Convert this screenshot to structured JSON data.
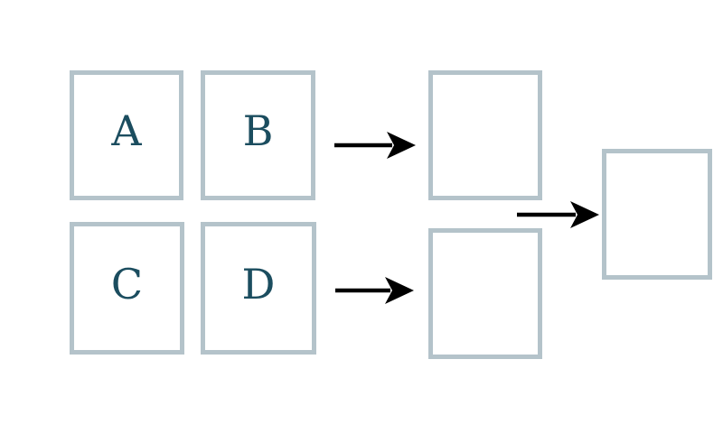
{
  "colors": {
    "background": "#ffffff",
    "box_border": "#b4c3ca",
    "box_fill": "#ffffff",
    "label_text": "#1b4d5f",
    "arrow": "#000000"
  },
  "diagram": {
    "source_boxes": [
      {
        "label": "A"
      },
      {
        "label": "B"
      },
      {
        "label": "C"
      },
      {
        "label": "D"
      }
    ],
    "intermediate_boxes": [
      {
        "label": ""
      },
      {
        "label": ""
      }
    ],
    "result_box": {
      "label": ""
    },
    "arrows": [
      {
        "from": "top-source-row",
        "to": "top-intermediate-box",
        "direction": "right"
      },
      {
        "from": "bottom-source-row",
        "to": "bottom-intermediate-box",
        "direction": "right"
      },
      {
        "from": "intermediate-boxes",
        "to": "result-box",
        "direction": "right"
      }
    ]
  }
}
